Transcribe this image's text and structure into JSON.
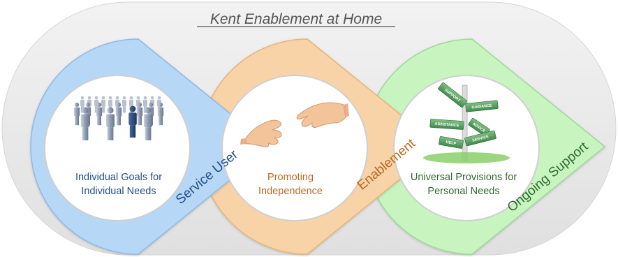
{
  "title": "Kent Enablement at Home",
  "colors": {
    "background_pill": "#e8e8e8",
    "blue": "#b7d7f6",
    "orange": "#f8d3a8",
    "green": "#c8f4c0",
    "blue_text": "#1f4e8c",
    "orange_text": "#b86a1e",
    "green_text": "#2e6b2e"
  },
  "stages": [
    {
      "band_label": "Service User",
      "caption_line1": "Individual Goals for",
      "caption_line2": "Individual Needs",
      "icon": "people-crowd-icon"
    },
    {
      "band_label": "Enablement",
      "caption_line1": "Promoting",
      "caption_line2": "Independence",
      "icon": "helping-hands-icon"
    },
    {
      "band_label": "Ongoing Support",
      "caption_line1": "Universal Provisions for",
      "caption_line2": "Personal Needs",
      "icon": "signpost-icon"
    }
  ],
  "signpost": {
    "signs": [
      "SUPPORT",
      "GUIDANCE",
      "ASSISTANCE",
      "ADVICE",
      "SERVICE",
      "HELP"
    ]
  }
}
